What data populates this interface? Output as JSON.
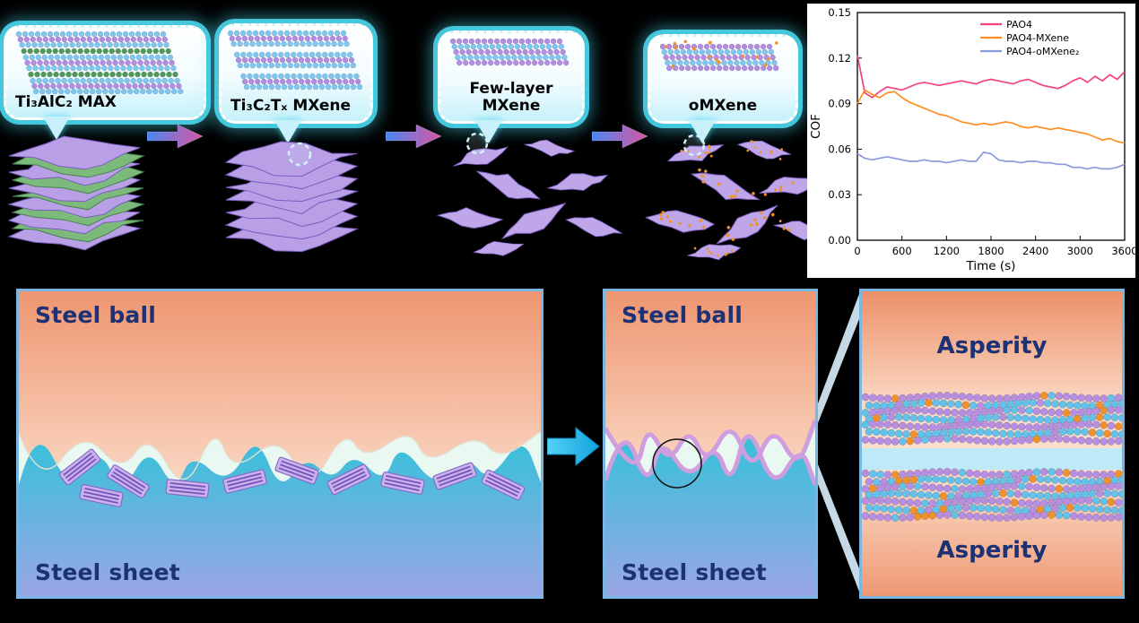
{
  "figure": {
    "background": "#000000"
  },
  "synthesis": {
    "steps": [
      {
        "id": "max",
        "label": "Ti₃AlC₂ MAX"
      },
      {
        "id": "mxene",
        "label": "Ti₃C₂Tₓ MXene"
      },
      {
        "id": "few-layer",
        "label": "Few-layer MXene"
      },
      {
        "id": "omxene",
        "label": "oMXene"
      }
    ]
  },
  "tribology": {
    "left_panel": {
      "top_label": "Steel ball",
      "bottom_label": "Steel sheet"
    },
    "middle_panel": {
      "top_label": "Steel ball",
      "bottom_label": "Steel sheet"
    },
    "right_panel": {
      "top_label": "Asperity",
      "bottom_label": "Asperity"
    }
  },
  "colors": {
    "background": "#000000",
    "callout_glow": "#48d5eb",
    "steel_ball_peach": "#ee9671",
    "steel_sheet_teal": "#2ac4d8",
    "steel_sheet_blue": "#9aa6e6",
    "label_navy": "#1d3274",
    "mxene_purple": "#b9a0e6",
    "coating_purple": "#cf9ede",
    "atom_cyan": "#64c2ea",
    "atom_orange": "#f0922c",
    "panel_border": "#79b6e2"
  },
  "chart_data": {
    "type": "line",
    "title": "",
    "xlabel": "Time (s)",
    "ylabel": "COF",
    "xlim": [
      0,
      3600
    ],
    "ylim": [
      0,
      0.15
    ],
    "xticks": [
      0,
      600,
      1200,
      1800,
      2400,
      3000,
      3600
    ],
    "yticks": [
      0,
      0.03,
      0.06,
      0.09,
      0.12,
      0.15
    ],
    "grid": false,
    "legend_position": "top-right",
    "x": [
      0,
      100,
      200,
      300,
      400,
      500,
      600,
      700,
      800,
      900,
      1000,
      1100,
      1200,
      1300,
      1400,
      1500,
      1600,
      1700,
      1800,
      1900,
      2000,
      2100,
      2200,
      2300,
      2400,
      2500,
      2600,
      2700,
      2800,
      2900,
      3000,
      3100,
      3200,
      3300,
      3400,
      3500,
      3600
    ],
    "series": [
      {
        "name": "PAO4",
        "color": "#f1437c",
        "values": [
          0.122,
          0.097,
          0.094,
          0.098,
          0.101,
          0.1,
          0.099,
          0.101,
          0.103,
          0.104,
          0.103,
          0.102,
          0.103,
          0.104,
          0.105,
          0.104,
          0.103,
          0.105,
          0.106,
          0.105,
          0.104,
          0.103,
          0.105,
          0.106,
          0.104,
          0.102,
          0.101,
          0.1,
          0.102,
          0.105,
          0.107,
          0.104,
          0.108,
          0.105,
          0.109,
          0.106,
          0.111
        ]
      },
      {
        "name": "PAO4-MXene",
        "color": "#ff8c1e",
        "values": [
          0.09,
          0.099,
          0.096,
          0.094,
          0.097,
          0.098,
          0.094,
          0.091,
          0.089,
          0.087,
          0.085,
          0.083,
          0.082,
          0.08,
          0.078,
          0.077,
          0.076,
          0.077,
          0.076,
          0.077,
          0.078,
          0.077,
          0.075,
          0.074,
          0.075,
          0.074,
          0.073,
          0.074,
          0.073,
          0.072,
          0.071,
          0.07,
          0.068,
          0.066,
          0.067,
          0.065,
          0.064
        ]
      },
      {
        "name": "PAO4-oMXene₂",
        "color": "#8a9ade",
        "values": [
          0.057,
          0.054,
          0.053,
          0.054,
          0.055,
          0.054,
          0.053,
          0.052,
          0.052,
          0.053,
          0.052,
          0.052,
          0.051,
          0.052,
          0.053,
          0.052,
          0.052,
          0.058,
          0.057,
          0.053,
          0.052,
          0.052,
          0.051,
          0.052,
          0.052,
          0.051,
          0.051,
          0.05,
          0.05,
          0.048,
          0.048,
          0.047,
          0.048,
          0.047,
          0.047,
          0.048,
          0.05
        ]
      }
    ]
  }
}
